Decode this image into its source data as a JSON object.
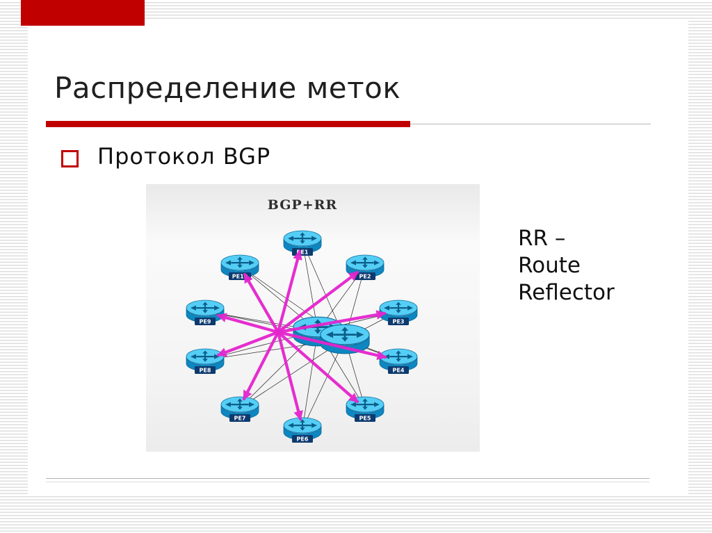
{
  "slide": {
    "title": "Распределение меток",
    "bullet_text": "Протокол BGP",
    "side_note": "RR –\nRoute\nReflector",
    "accent_color": "#c00000"
  },
  "diagram": {
    "title": "BGP+RR",
    "node_labels": [
      "PE1",
      "PE2",
      "PE3",
      "PE4",
      "PE5",
      "PE6",
      "PE7",
      "PE8",
      "PE9",
      "PE10"
    ]
  }
}
